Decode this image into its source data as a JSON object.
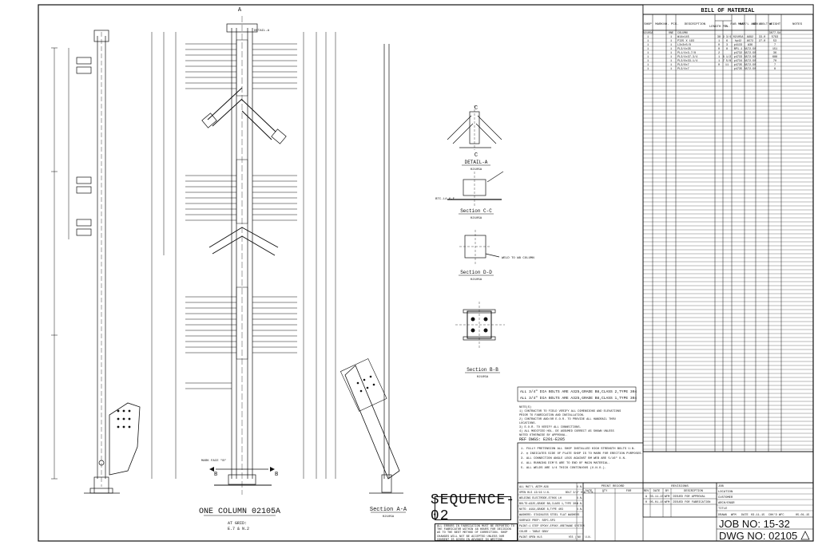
{
  "bom": {
    "title": "BILL OF MATERIAL",
    "headers": [
      "SHOP",
      "MARK",
      "NO. PCS.",
      "DESCRIPTION",
      "LENGTH FT.",
      "IN.",
      "FAB MARK",
      "MAT'L ARE A",
      "ADV BOLT #",
      "WEIGHT",
      "NOTES"
    ],
    "rows": [
      [
        "02105A",
        "",
        "ONE",
        "COLUMN",
        "",
        "",
        "",
        "",
        "",
        "3077.5#",
        ""
      ],
      [
        "1",
        "",
        "1",
        "W14x145",
        "38",
        "9 3/4",
        "02105A",
        "A992",
        "33-0",
        "5793",
        ""
      ],
      [
        "1",
        "",
        "1",
        "PI25 X 193",
        "1",
        "6",
        "hp42",
        "A572",
        "27-0",
        "53",
        ""
      ],
      [
        "1",
        "",
        "1",
        "L3x3x5/8",
        "0",
        "3",
        "p4133",
        "A36",
        "",
        "7",
        ""
      ],
      [
        "1",
        "",
        "1",
        "PL3/4x35",
        "0",
        "8",
        "BP1.1",
        "A572-50",
        "",
        "151",
        ""
      ],
      [
        "1",
        "",
        "1",
        "PL1/4x3-7/8",
        "2",
        "",
        "p4732",
        "A572-50",
        "",
        "36",
        ""
      ],
      [
        "1",
        "",
        "1",
        "PL3/4x37-3/4",
        "1",
        "8 1/2",
        "p4733",
        "A572-50",
        "",
        "688",
        ""
      ],
      [
        "1",
        "",
        "1",
        "PL3/8x33-1/4",
        "1",
        "7 5/8",
        "p4734",
        "A572-50",
        "",
        "70",
        ""
      ],
      [
        "1",
        "",
        "1",
        "PL3/8x7",
        "0",
        "11",
        "p4735",
        "A572-50",
        "",
        "7",
        ""
      ],
      [
        "1",
        "",
        "1",
        "PL3/4x7",
        "",
        "",
        "p4735",
        "A572-50",
        "",
        "8",
        ""
      ]
    ]
  },
  "general_notes": {
    "bolts_1": "ALL 3/4\" DIA BOLTS ARE A325,GRADE B8,CLASS 2,TYPE 304",
    "bolts_2": "ALL 3/4\" DIA BOLTS ARE A325,GRADE B8,CLASS 1,TYPE 304",
    "notes_title": "NOTE(S)",
    "notes": [
      "1) CONTRACTOR TO FIELD VERIFY ALL DIMENSIONS AND ELEVATIONS",
      "   PRIOR TO FABRICATION AND INSTALLATION.",
      "2) CONTRACTOR AND/OR E.O.R. TO PROVIDE ALL HANDRAIL THRU",
      "   LOCATIONS.",
      "3) E.O.R. TO VERIFY ALL CONNECTIONS.",
      "4) ALL MODIFIED HOL. DE ASSUMED CORRECT AS SHOWN UNLESS",
      "   NOTED OTHERWISE BY APPROVAL."
    ],
    "ref": "REF DWGS: E201-E205"
  },
  "fab_notes": [
    "1. FULLY PRETENSION ALL SHOP INSTALLED HIGH STRENGTH BOLTS U.N.",
    "2. ◎ INDICATES SIDE OF PLATE SHOP IS TO MARK FOR ERECTION PURPOSES.",
    "3. ALL CONNECTION ANGLE LEGS AGAINST BM WEB ARE 5/16\" U.N.",
    "4. ALL RUNNING DIM'S ARE TO END OF MAIN MATERIAL.",
    "5. ALL WELDS ARE 1/4 THICK CONTINUOUS (U.N.O.)."
  ],
  "material_specs": [
    [
      "ALL MAT'L ASTM A36",
      "U.N."
    ],
    [
      "OPEN HLS 13/16 U.N.",
      "BOLT 3/4\" DIA. U.N."
    ],
    [
      "WELDING ELECTRODE-E70XX LH",
      "U.N."
    ],
    [
      "BOLTS:A325,GRADE B8,CLASS 1,TYPE 304",
      "U.N."
    ],
    [
      "NUTS: A194,GRADE 8,TYPE 403",
      "U.N."
    ],
    [
      "WASHERS: STAINLESS STEEL FLAT WASHERS",
      ""
    ],
    [
      "SURFACE PREP: SSPC-SP3",
      ""
    ],
    [
      "PAINT:1 STEP EPOXY-EPOXY-URETHANE SYSTEM",
      ""
    ],
    [
      "COLOR : TABLE GRAY",
      ""
    ],
    [
      "PAINT OPEN HLS",
      "YES | NO | U.N."
    ]
  ],
  "print_record": {
    "title": "PRINT RECORD",
    "cols": [
      "DATE",
      "QTY",
      "FOR"
    ]
  },
  "revisions": {
    "title": "REVISIONS",
    "cols": [
      "REV",
      "DATE",
      "BY",
      "DESCRIPTION"
    ],
    "rows": [
      [
        "A",
        "03-11-15",
        "WFM",
        "ISSUED FOR APPROVAL"
      ],
      [
        "0",
        "05-01-15",
        "WFM",
        "ISSUED FOR FABRICATION"
      ]
    ]
  },
  "title_block": {
    "job": "JOB",
    "location": "LOCATION",
    "customer": "CUSTOMER",
    "architect": "ARCH/ENGR",
    "title": "TITLE",
    "drawn_label": "DRAWN",
    "drawn_by": "WFM",
    "date_label": "DATE",
    "date": "03-11-15",
    "checked_label": "CHK'D",
    "checked_by": "WFC",
    "date2": "05-01-15",
    "job_no": "JOB NO: 15-32",
    "dwg_no": "DWG NO: 02105"
  },
  "sequence": "SEQUENCE-02",
  "disclaimer": "ALL ERRORS IN FABRICATION MUST BE REPORTED TO THE FABRICATOR WITHIN 48 HOURS FOR DECISION AS TO THE BEST METHOD OF CORRECTION. SHOP CHANGES WILL NOT BE ACCEPTED UNLESS OUR CONSENT IS GIVEN IN ADVANCE IN WRITING.",
  "views": {
    "main_title": "ONE COLUMN 02105A",
    "main_sub_1": "AT GRID:",
    "main_sub_2": "E.7 & N.2",
    "detail_a": "DETAIL-A",
    "detail_a_ref": "02105A",
    "section_cc": "Section C-C",
    "section_cc_ref": "02105A",
    "section_dd": "Section D-D",
    "section_dd_ref": "02105A",
    "section_bb": "Section B-B",
    "section_bb_ref": "02105A",
    "section_aa": "Section A-A",
    "section_aa_ref": "02105A",
    "weld_callout": "WELD TO W8 COLUMN",
    "bolt_callout": "BTC-L4-6-F",
    "detail_label": "DETAIL-A",
    "mark_face": "MARK FACE \"B\""
  },
  "tag_letters": {
    "A": "A",
    "B": "B",
    "C": "C"
  }
}
